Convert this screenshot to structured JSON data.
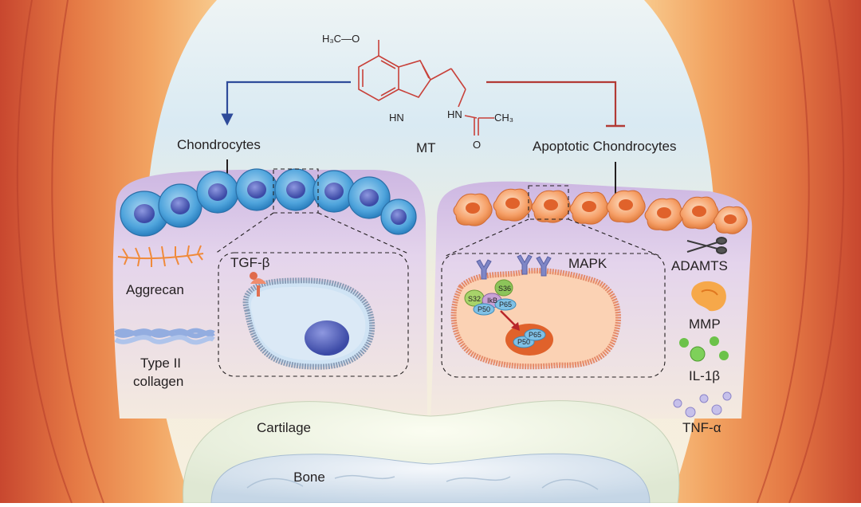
{
  "molecule": {
    "name": "MT",
    "h3c_o": "H₃C—O",
    "hn_ring": "HN",
    "hn_amide": "HN",
    "ch3": "CH₃",
    "o_carbonyl": "O"
  },
  "left_panel": {
    "title": "Chondrocytes",
    "callout_label": "TGF-β",
    "factors": [
      {
        "label": "Aggrecan",
        "icon": "aggrecan-icon"
      },
      {
        "label": "Type II\ncollagen",
        "line1": "Type II",
        "line2": "collagen",
        "icon": "collagen-icon"
      }
    ]
  },
  "right_panel": {
    "title": "Apoptotic Chondrocytes",
    "callout_label": "MAPK",
    "nfkb_labels": {
      "s32": "S32",
      "s36": "S36",
      "ikb": "IkB",
      "p50": "P50",
      "p65": "P65"
    },
    "factors": [
      {
        "label": "ADAMTS",
        "icon": "scissors-icon"
      },
      {
        "label": "MMP",
        "icon": "mmp-icon"
      },
      {
        "label": "IL-1β",
        "icon": "il1b-icon"
      },
      {
        "label": "TNF-α",
        "icon": "tnf-icon"
      }
    ]
  },
  "tissue": {
    "cartilage": "Cartilage",
    "bone": "Bone"
  },
  "colors": {
    "promote_arrow": "#2e4b9a",
    "inhibit_arrow": "#b23a35",
    "healthy_cell": "#4fa4dc",
    "apoptotic_cell": "#f6a068",
    "joint_capsule": "#e77d42",
    "synovial_fluid_top": "#dfeef6",
    "synovial_fluid_bottom": "#f6eddc"
  }
}
